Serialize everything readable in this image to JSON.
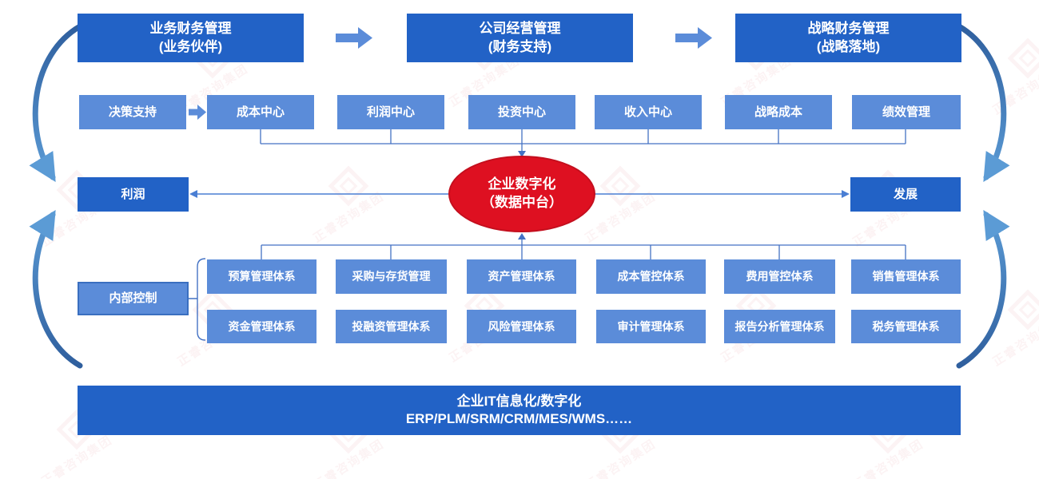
{
  "top_flow": {
    "boxes": [
      {
        "line1": "业务财务管理",
        "line2": "(业务伙伴)"
      },
      {
        "line1": "公司经营管理",
        "line2": "(财务支持)"
      },
      {
        "line1": "战略财务管理",
        "line2": "(战略落地)"
      }
    ]
  },
  "center_row": {
    "lead": "决策支持",
    "centers": [
      "成本中心",
      "利润中心",
      "投资中心",
      "收入中心",
      "战略成本",
      "绩效管理"
    ]
  },
  "hub": {
    "line1": "企业数字化",
    "line2": "（数据中台）"
  },
  "left_outcome": "利润",
  "right_outcome": "发展",
  "internal_control": "内部控制",
  "systems_row1": [
    "预算管理体系",
    "采购与存货管理",
    "资产管理体系",
    "成本管控体系",
    "费用管控体系",
    "销售管理体系"
  ],
  "systems_row2": [
    "资金管理体系",
    "投融资管理体系",
    "风险管理体系",
    "审计管理体系",
    "报告分析管理体系",
    "税务管理体系"
  ],
  "bottom_bar": {
    "line1": "企业IT信息化/数字化",
    "line2": "ERP/PLM/SRM/CRM/MES/WMS……"
  },
  "watermark": {
    "text": "正睿咨询集团"
  },
  "colors": {
    "dark_blue": "#2262c6",
    "light_blue": "#5b8cd9",
    "hub_red": "#de1021",
    "connector_blue": "#4472c4",
    "side_arrow_blue": "#5b9bd5"
  }
}
